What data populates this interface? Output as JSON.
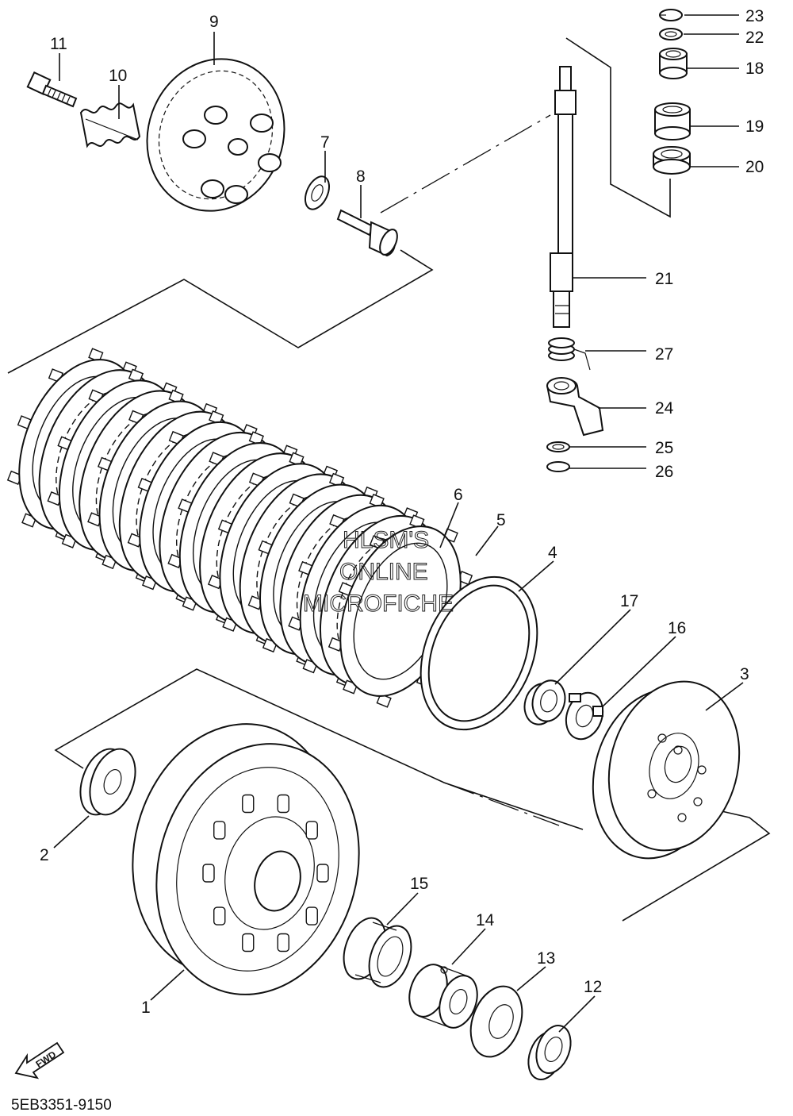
{
  "diagram": {
    "part_code": "5EB3351-9150",
    "fwd_label": "FWD",
    "watermark_lines": [
      "HLSM'S",
      "ONLINE",
      "MICROFICHE"
    ],
    "callouts": [
      "1",
      "2",
      "3",
      "4",
      "5",
      "6",
      "7",
      "8",
      "9",
      "10",
      "11",
      "12",
      "13",
      "14",
      "15",
      "16",
      "17",
      "18",
      "19",
      "20",
      "21",
      "22",
      "23",
      "24",
      "25",
      "26",
      "27"
    ]
  }
}
